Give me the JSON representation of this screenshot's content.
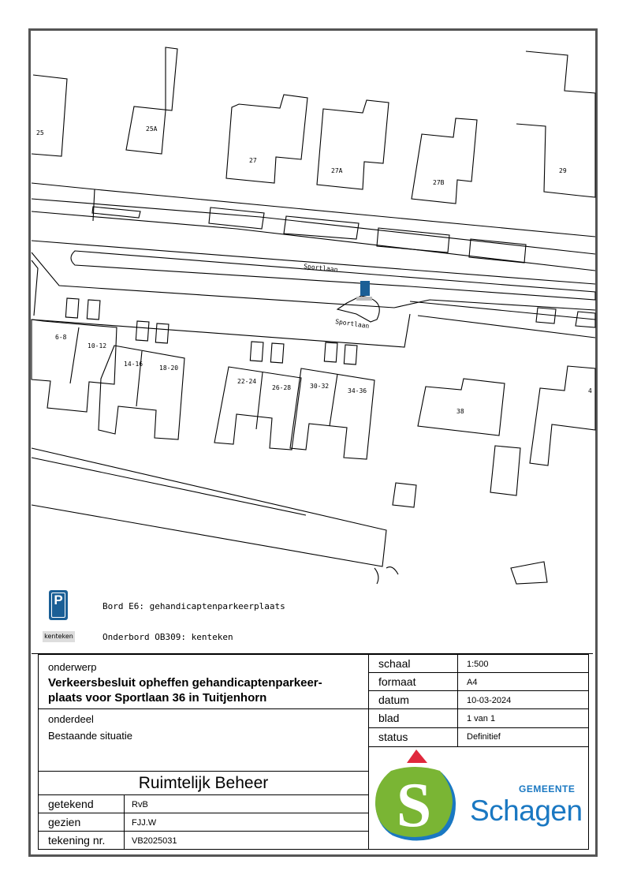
{
  "map": {
    "street": "Sportlaan",
    "street_label_2": "Sportlaan",
    "house_numbers": [
      "25",
      "25A",
      "27",
      "27A",
      "27B",
      "29",
      "6-8",
      "10-12",
      "14-16",
      "18-20",
      "22-24",
      "26-28",
      "30-32",
      "34-36",
      "38",
      "4"
    ]
  },
  "legend": {
    "sign_glyph": "P",
    "sign_label": "Bord E6: gehandicaptenparkeerplaats",
    "plate_text": "kenteken",
    "plate_label": "Onderbord OB309: kenteken"
  },
  "title_block": {
    "onderwerp_label": "onderwerp",
    "onderwerp_line1": "Verkeersbesluit opheffen gehandicaptenparkeer-",
    "onderwerp_line2": "plaats voor Sportlaan 36 in Tuitjenhorn",
    "onderdeel_label": "onderdeel",
    "onderdeel_value": "Bestaande situatie",
    "department": "Ruimtelijk Beheer",
    "rows_left": [
      {
        "label": "getekend",
        "value": "RvB"
      },
      {
        "label": "gezien",
        "value": "FJJ.W"
      },
      {
        "label": "tekening nr.",
        "value": "VB2025031"
      }
    ],
    "rows_right": [
      {
        "label": "schaal",
        "value": "1:500"
      },
      {
        "label": "formaat",
        "value": "A4"
      },
      {
        "label": "datum",
        "value": "10-03-2024"
      },
      {
        "label": "blad",
        "value": "1 van 1"
      },
      {
        "label": "status",
        "value": "Definitief"
      }
    ],
    "logo": {
      "line1": "GEMEENTE",
      "line2": "Schagen",
      "glyph": "S"
    }
  },
  "colors": {
    "frame": "#555555",
    "sign_blue": "#1a5f96",
    "logo_green": "#7ab534",
    "logo_blue": "#1a78c2",
    "logo_red": "#e0283c"
  }
}
